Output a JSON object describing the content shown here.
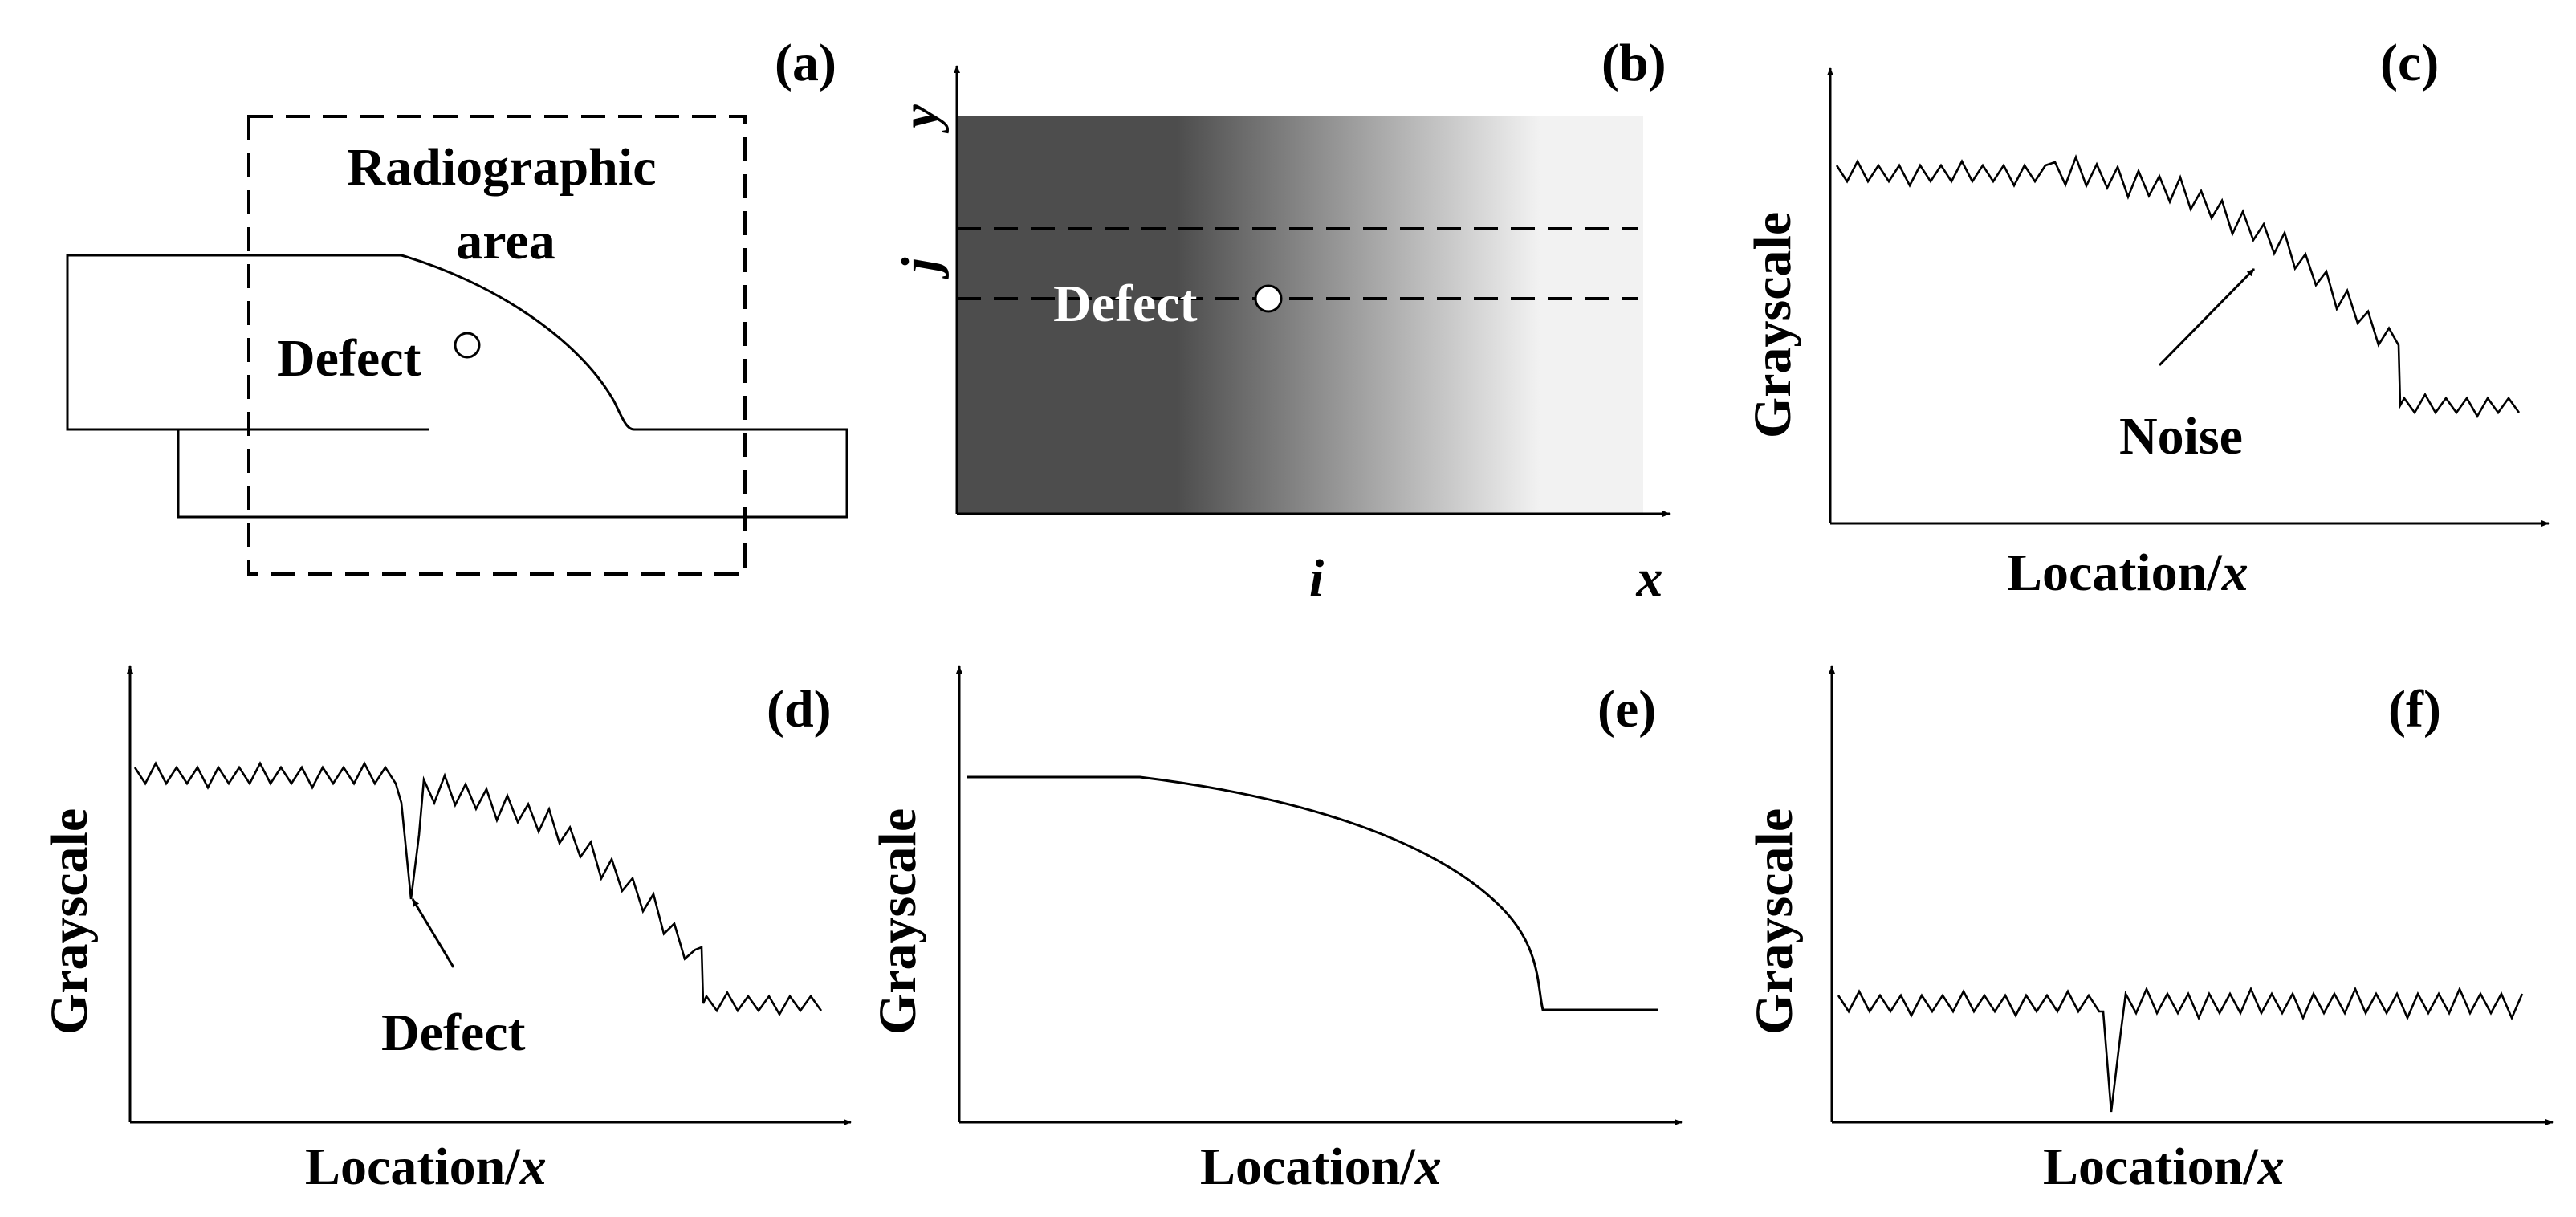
{
  "panels": {
    "a": {
      "tag": "(a)",
      "area_label_1": "Radiographic",
      "area_label_2": "area",
      "defect_label": "Defect",
      "part_fill": "#d9d9d9"
    },
    "b": {
      "tag": "(b)",
      "y_axis": "y",
      "x_axis": "x",
      "j_label": "j",
      "i_label": "i",
      "defect_label": "Defect",
      "gradient_dark": "#4d4d4d",
      "gradient_light": "#f2f2f2"
    },
    "c": {
      "tag": "(c)",
      "ylabel": "Grayscale",
      "xlabel_main": "Location/",
      "xlabel_var": "x",
      "noise_label": "Noise"
    },
    "d": {
      "tag": "(d)",
      "ylabel": "Grayscale",
      "xlabel_main": "Location/",
      "xlabel_var": "x",
      "defect_label": "Defect"
    },
    "e": {
      "tag": "(e)",
      "ylabel": "Grayscale",
      "xlabel_main": "Location/",
      "xlabel_var": "x"
    },
    "f": {
      "tag": "(f)",
      "ylabel": "Grayscale",
      "xlabel_main": "Location/",
      "xlabel_var": "x"
    }
  }
}
